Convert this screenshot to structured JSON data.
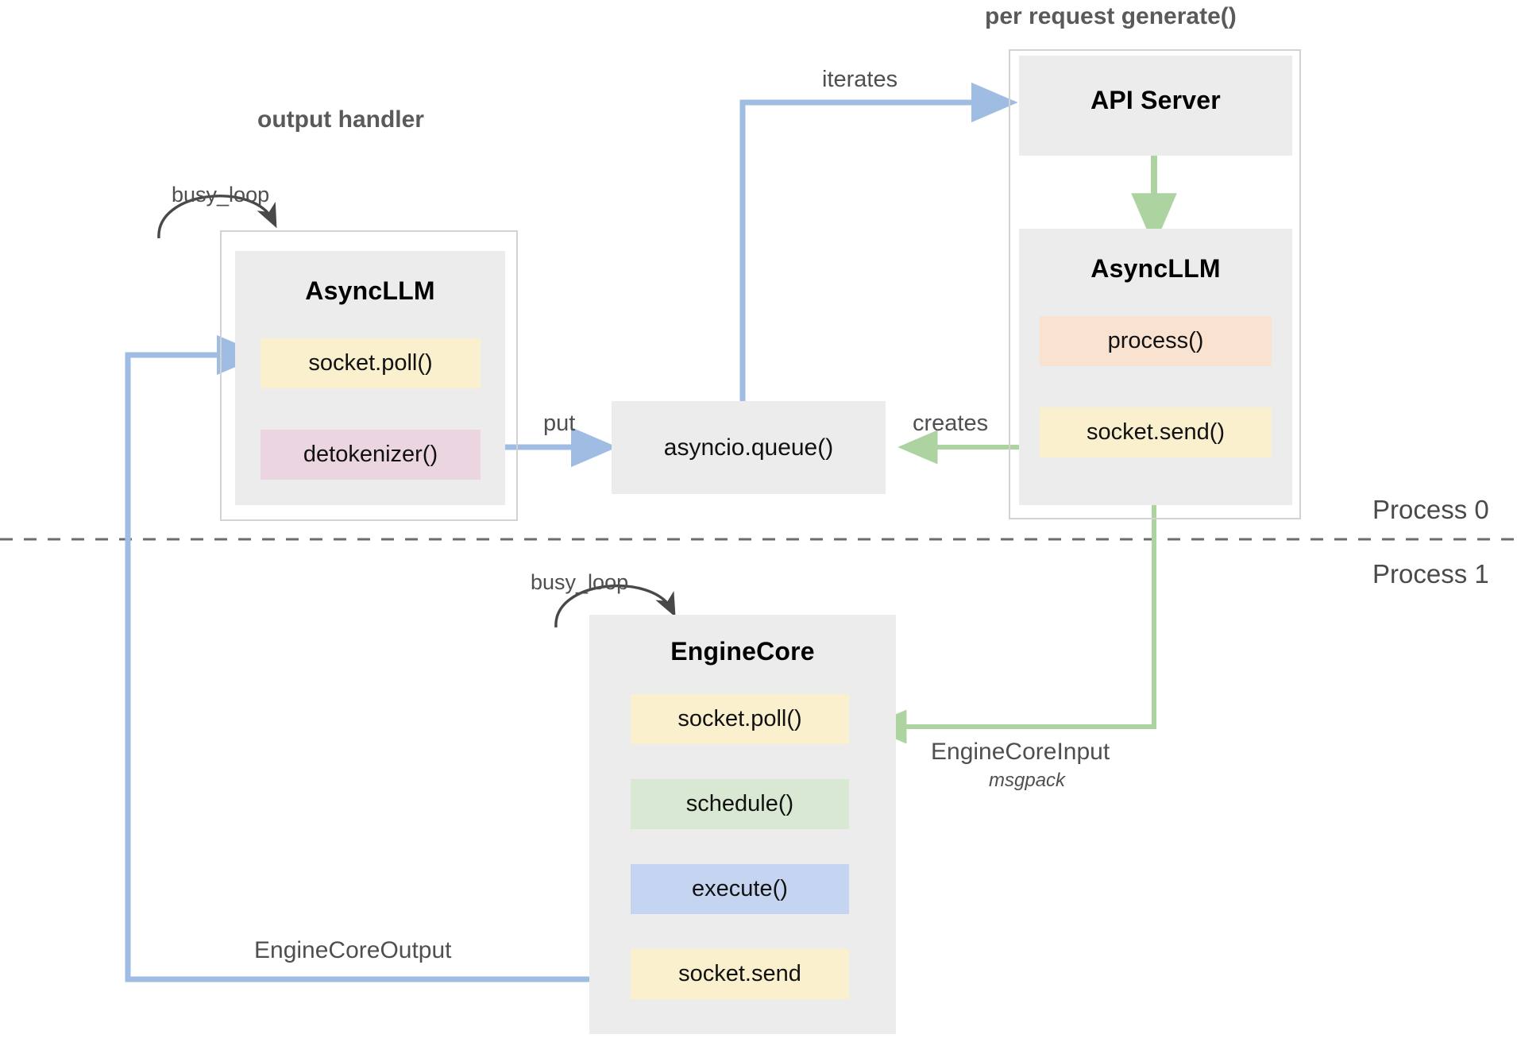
{
  "diagram": {
    "title_left": "output handler",
    "title_right": "per request generate()",
    "process_top": "Process 0",
    "process_bottom": "Process 1",
    "colors": {
      "component_fill": "#ececec",
      "frame_border": "#d2d2d2",
      "yellow": "#fbf0cd",
      "pink": "#ead5e0",
      "peach": "#fae2d0",
      "green": "#d9e8d2",
      "blue": "#c5d4f0",
      "arrow_blue": "#9fbde3",
      "arrow_green": "#add3a0",
      "arrow_black": "#484848",
      "dashed_line": "#6d6d6d",
      "heading_grey": "#5a5a5a"
    }
  },
  "left": {
    "busy_loop_label": "busy_loop",
    "component_title": "AsyncLLM",
    "methods": [
      {
        "label": "socket.poll()",
        "color": "yellow"
      },
      {
        "label": "detokenizer()",
        "color": "pink"
      }
    ]
  },
  "queue": {
    "label": "asyncio.queue()",
    "put_label": "put"
  },
  "right": {
    "api_server_title": "API Server",
    "component_title": "AsyncLLM",
    "methods": [
      {
        "label": "process()",
        "color": "peach"
      },
      {
        "label": "socket.send()",
        "color": "yellow"
      }
    ],
    "iterates_label": "iterates",
    "creates_label": "creates"
  },
  "engine_core": {
    "busy_loop_label": "busy_loop",
    "component_title": "EngineCore",
    "methods": [
      {
        "label": "socket.poll()",
        "color": "yellow"
      },
      {
        "label": "schedule()",
        "color": "green"
      },
      {
        "label": "execute()",
        "color": "blue"
      },
      {
        "label": "socket.send",
        "color": "yellow"
      }
    ]
  },
  "edges": {
    "engine_core_input": "EngineCoreInput",
    "engine_core_input_sub": "msgpack",
    "engine_core_output": "EngineCoreOutput"
  }
}
